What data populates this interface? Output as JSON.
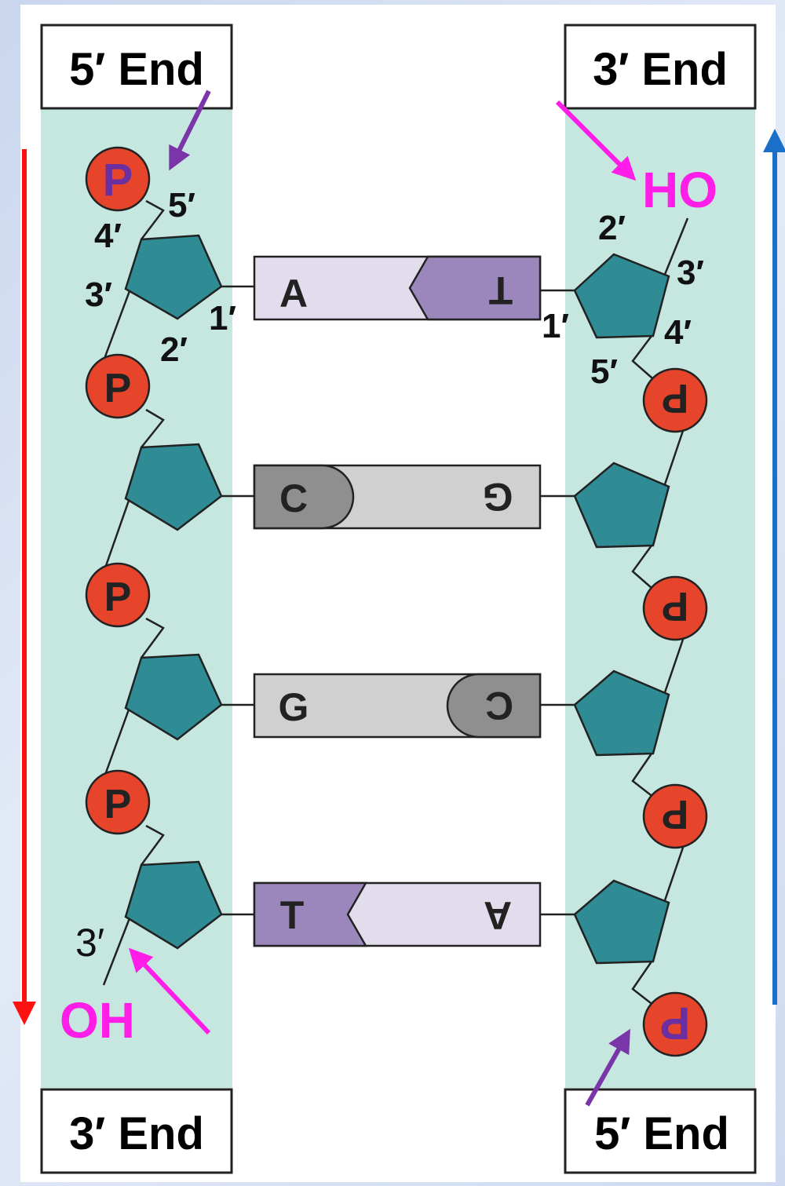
{
  "end_labels": {
    "top_left": "5′ End",
    "top_right": "3′ End",
    "bottom_left": "3′ End",
    "bottom_right": "5′ End"
  },
  "phosphate_label": "P",
  "carbon_labels": {
    "left": {
      "c1": "1′",
      "c2": "2′",
      "c3": "3′",
      "c4": "4′",
      "c5": "5′",
      "c3_end": "3′"
    },
    "right": {
      "c1": "1′",
      "c2": "2′",
      "c3": "3′",
      "c4": "4′",
      "c5": "5′"
    }
  },
  "terminal_groups": {
    "left_bottom": "OH",
    "right_top": "HO"
  },
  "base_pairs": [
    {
      "left": "A",
      "right": "T"
    },
    {
      "left": "C",
      "right": "G"
    },
    {
      "left": "G",
      "right": "C"
    },
    {
      "left": "T",
      "right": "A"
    }
  ],
  "colors": {
    "strand_band": "#c6e7e0",
    "sugar": "#2f8c94",
    "phosphate": "#e6452b",
    "purine_light": "#e3dcec",
    "pyrimidine_tab": "#9c87bd",
    "gc_light": "#d0d0d0",
    "gc_dark": "#8f8f8f",
    "terminal_group": "#ff1ee8",
    "pointer_arrow": "#7a35a8",
    "left_direction_arrow": "#ff1010",
    "right_direction_arrow": "#1a6fc8"
  }
}
